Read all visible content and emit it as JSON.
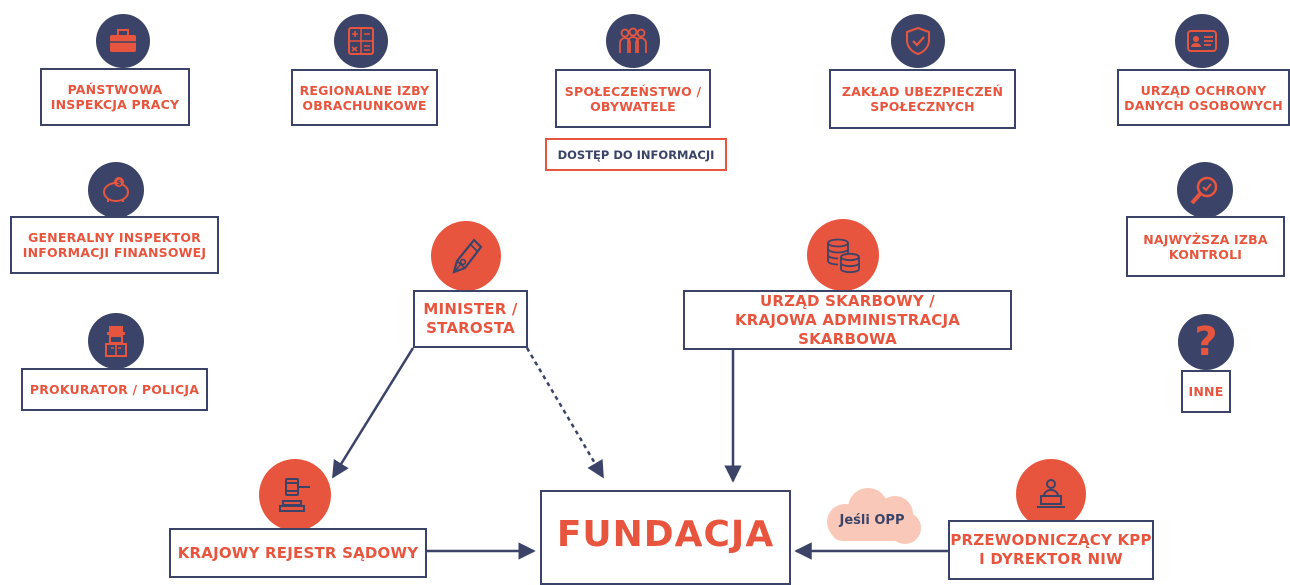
{
  "colors": {
    "navy": "#3b4468",
    "accent": "#e8553e",
    "cloud": "#f9c8b8"
  },
  "nodes": {
    "pip": {
      "label": "PAŃSTWOWA\nINSPEKCJA PRACY",
      "icon": "briefcase-icon"
    },
    "rio": {
      "label": "REGIONALNE IZBY\nOBRACHUNKOWE",
      "icon": "calculator-icon"
    },
    "society": {
      "label": "SPOŁECZEŃSTWO /\nOBYWATELE",
      "icon": "people-icon"
    },
    "access": {
      "label": "DOSTĘP DO INFORMACJI"
    },
    "zus": {
      "label": "ZAKŁAD UBEZPIECZEŃ\nSPOŁECZNYCH",
      "icon": "shield-check-icon"
    },
    "uodo": {
      "label": "URZĄD OCHRONY\nDANYCH OSOBOWYCH",
      "icon": "id-card-icon"
    },
    "giif": {
      "label": "GENERALNY INSPEKTOR\nINFORMACJI FINANSOWEJ",
      "icon": "piggy-bank-icon"
    },
    "nik": {
      "label": "NAJWYŻSZA IZBA\nKONTROLI",
      "icon": "magnifier-check-icon"
    },
    "police": {
      "label": "PROKURATOR / POLICJA",
      "icon": "officer-icon"
    },
    "inne": {
      "label": "INNE",
      "icon": "question-icon"
    },
    "minister": {
      "label": "MINISTER /\nSTAROSTA",
      "icon": "pen-nib-icon"
    },
    "tax": {
      "label": "URZĄD SKARBOWY /\nKRAJOWA ADMINISTRACJA SKARBOWA",
      "icon": "coins-icon"
    },
    "krs": {
      "label": "KRAJOWY REJESTR SĄDOWY",
      "icon": "gavel-icon"
    },
    "kpp": {
      "label": "PRZEWODNICZĄCY KPP\nI DYREKTOR NIW",
      "icon": "speaker-icon"
    },
    "fundacja": {
      "label": "FUNDACJA"
    },
    "opp": {
      "label": "Jeśli OPP"
    }
  }
}
